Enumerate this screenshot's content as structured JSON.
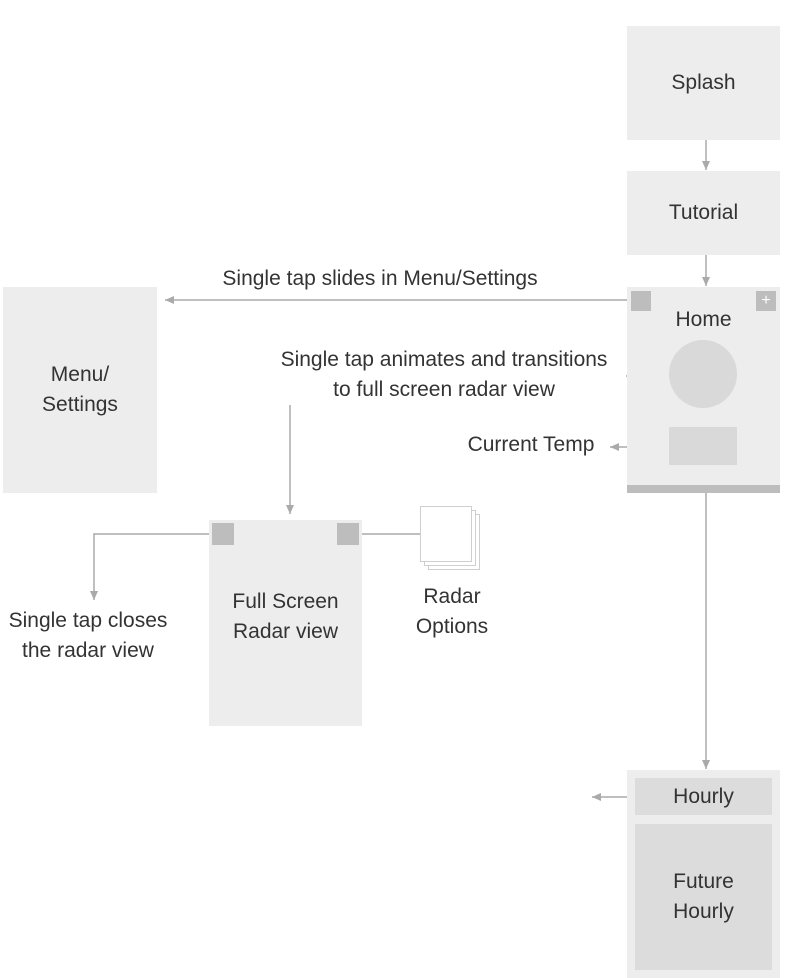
{
  "nodes": {
    "splash": "Splash",
    "tutorial": "Tutorial",
    "home": "Home",
    "menu_settings": "Menu/\nSettings",
    "full_screen_radar": "Full Screen\nRadar view",
    "radar_options": "Radar\nOptions",
    "hourly": "Hourly",
    "future_hourly": "Future\nHourly"
  },
  "annotations": {
    "menu_slide": "Single tap slides in Menu/Settings",
    "radar_transition": "Single tap animates and transitions\nto full screen radar view",
    "current_temp": "Current Temp",
    "close_radar": "Single tap closes\nthe radar view"
  },
  "icons": {
    "home_plus": "+"
  },
  "colors": {
    "box_fill": "#ededed",
    "square_fill": "#bdbdbd",
    "line": "#aaaaaa"
  }
}
